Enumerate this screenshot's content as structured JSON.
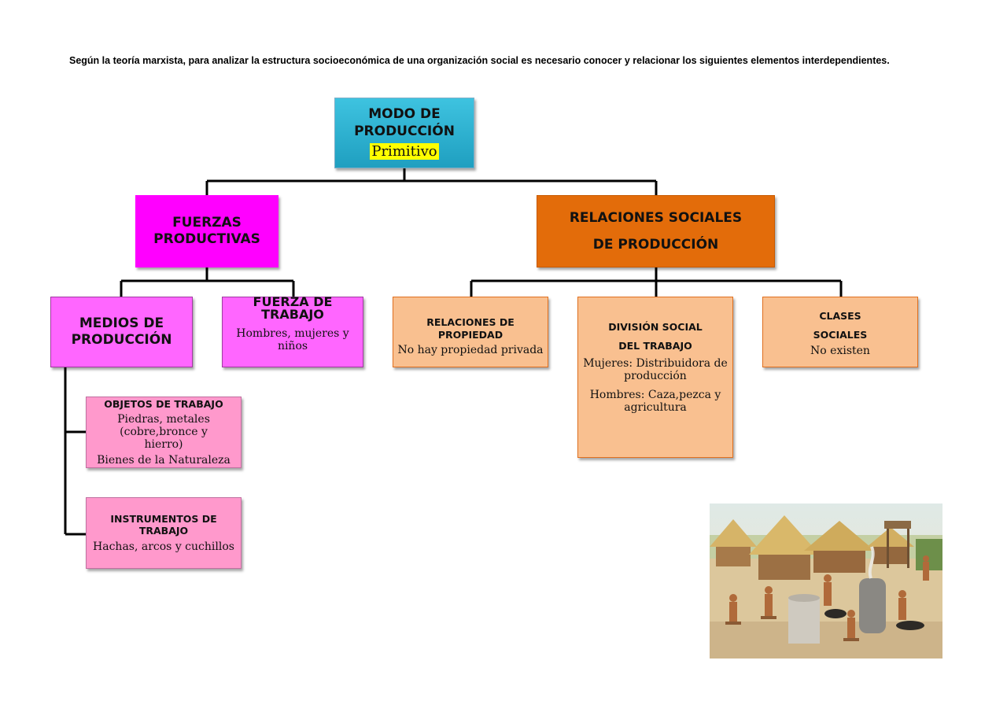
{
  "intro": "Según la teoría marxista, para analizar la estructura socioeconómica de una organización social es necesario conocer y relacionar los siguientes elementos interdependientes.",
  "modo": {
    "line1": "MODO DE",
    "line2": "PRODUCCIÓN",
    "value": "Primitivo"
  },
  "fuerzas": {
    "line1": "FUERZAS",
    "line2": "PRODUCTIVAS"
  },
  "relaciones_sociales": {
    "line1": "RELACIONES SOCIALES",
    "line2": "DE PRODUCCIÓN"
  },
  "medios": {
    "line1": "MEDIOS DE",
    "line2": "PRODUCCIÓN"
  },
  "fuerza_trabajo": {
    "line1": "FUERZA DE",
    "line2": "TRABAJO",
    "body": "Hombres, mujeres y niños"
  },
  "objetos": {
    "title": "OBJETOS DE TRABAJO",
    "body1": "Piedras, metales (cobre,bronce y hierro)",
    "body2": "Bienes de la Naturaleza"
  },
  "instrumentos": {
    "title": "INSTRUMENTOS DE TRABAJO",
    "body": "Hachas, arcos y cuchillos"
  },
  "relaciones_propiedad": {
    "title": "RELACIONES DE PROPIEDAD",
    "body": "No hay propiedad privada"
  },
  "division": {
    "line1": "DIVISIÓN SOCIAL",
    "line2": "DEL TRABAJO",
    "body1": "Mujeres: Distribuidora de producción",
    "body2": "Hombres: Caza,pezca y agricultura"
  },
  "clases": {
    "line1": "CLASES",
    "line2": "SOCIALES",
    "body": "No existen"
  },
  "colors": {
    "modo": "#29b2d4",
    "fuerzas": "#ff00ff",
    "relaciones": "#e36c0a",
    "medios": "#ff66ff",
    "objetos": "#ff99cc",
    "peach": "#f9c090",
    "highlight": "#ffff00"
  },
  "illustration": "prehistoric-village-scene"
}
